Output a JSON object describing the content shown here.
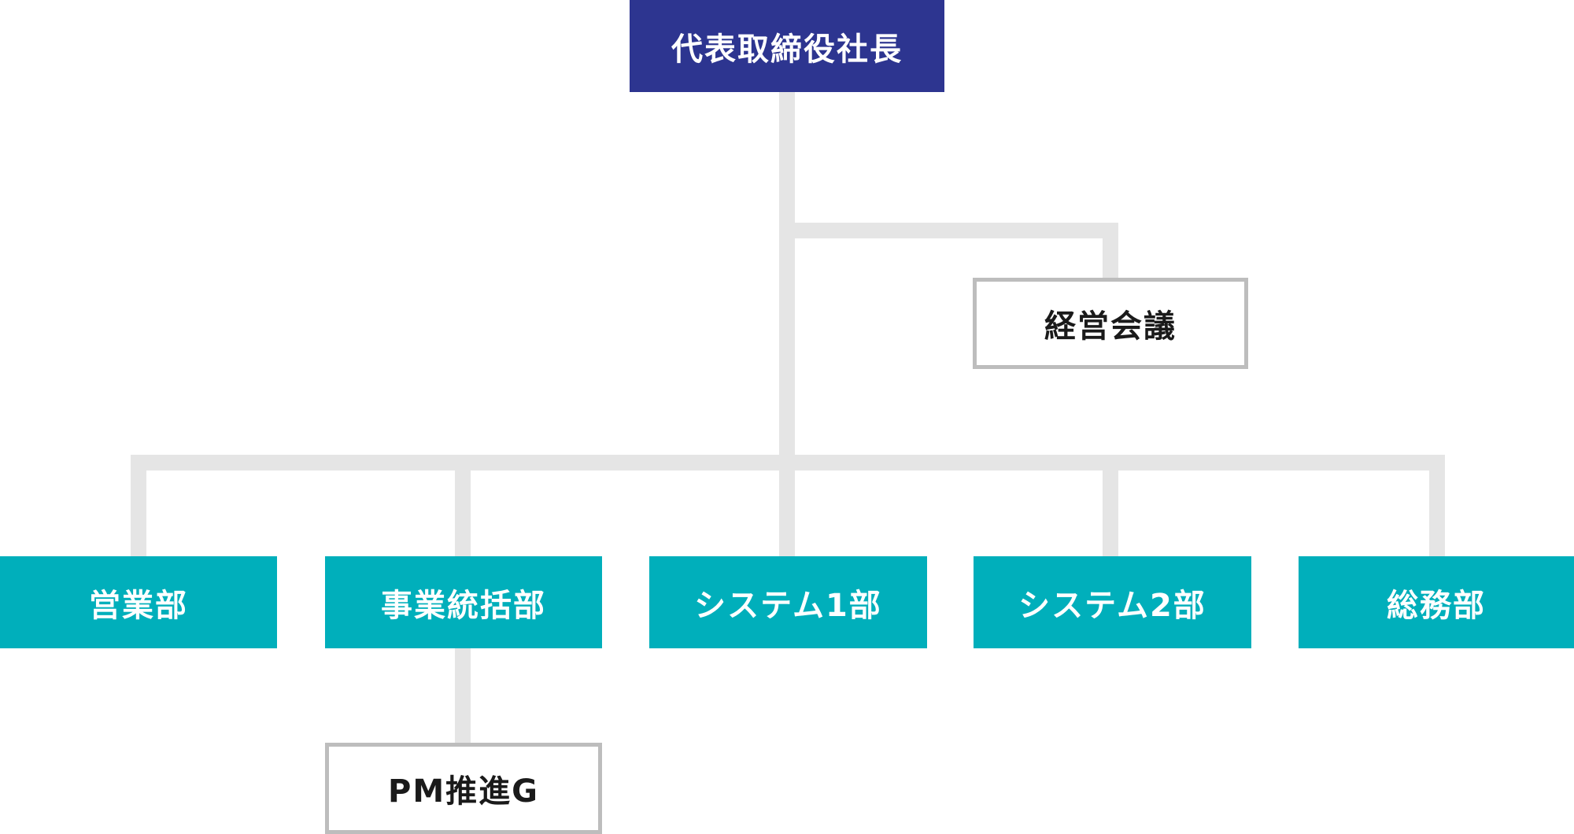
{
  "colors": {
    "ceo_fill": "#2d3590",
    "department_fill": "#00afbb",
    "connector": "#e5e5e5",
    "outline_border": "#bdbdbd",
    "outline_text": "#1a1a1a"
  },
  "org_chart": {
    "ceo": "代表取締役社長",
    "management_meeting": "経営会議",
    "departments": [
      "営業部",
      "事業統括部",
      "システム1部",
      "システム2部",
      "総務部"
    ],
    "sub_group": "PM推進G"
  }
}
